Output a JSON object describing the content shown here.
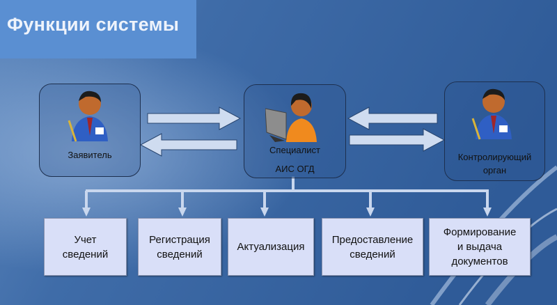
{
  "title": "Функции системы",
  "actors": {
    "applicant": {
      "label": "Заявитель"
    },
    "specialist": {
      "label": "Специалист",
      "system": "АИС ОГД"
    },
    "controller": {
      "label": "Контролирующий\nорган"
    }
  },
  "functions": [
    "Учет\nсведений",
    "Регистрация\nсведений",
    "Актуализация",
    "Предоставление\nсведений",
    "Формирование\nи выдача\nдокументов"
  ],
  "colors": {
    "background": "#3565a3",
    "title_box": "#5a8fd2",
    "function_box": "#d9dff8",
    "arrow": "#cfdcf0"
  }
}
